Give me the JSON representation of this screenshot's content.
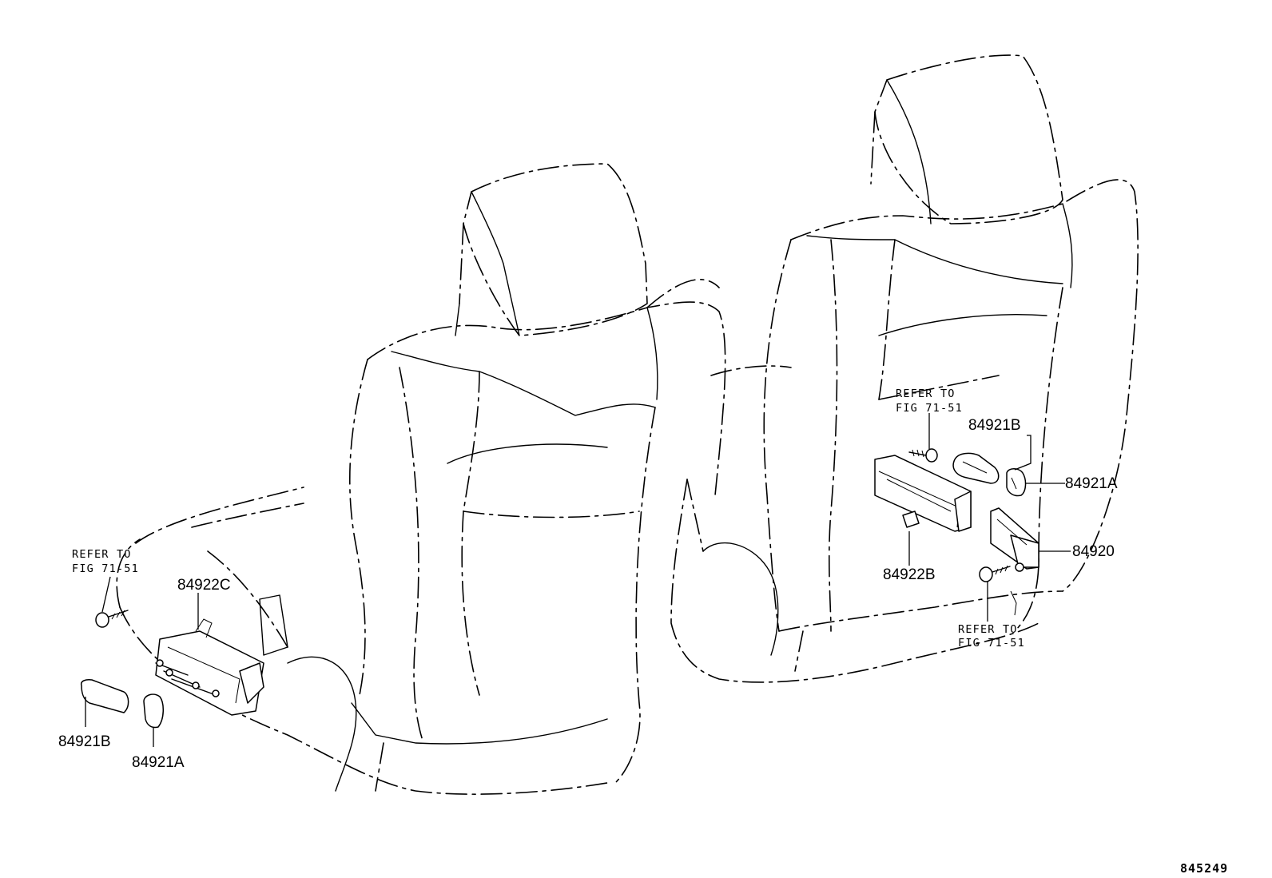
{
  "diagram": {
    "figure_number": "845249",
    "left_seat": {
      "callouts": {
        "ref_line1": "REFER TO",
        "ref_line2": "FIG 71-51",
        "switch": "84922C",
        "knob_b": "84921B",
        "knob_a": "84921A"
      }
    },
    "right_seat": {
      "callouts": {
        "ref_top_line1": "REFER TO",
        "ref_top_line2": "FIG 71-51",
        "knob_b": "84921B",
        "knob_a": "84921A",
        "module": "84920",
        "switch": "84922B",
        "ref_bottom_line1": "REFER TO",
        "ref_bottom_line2": "FIG 71-51"
      }
    }
  }
}
